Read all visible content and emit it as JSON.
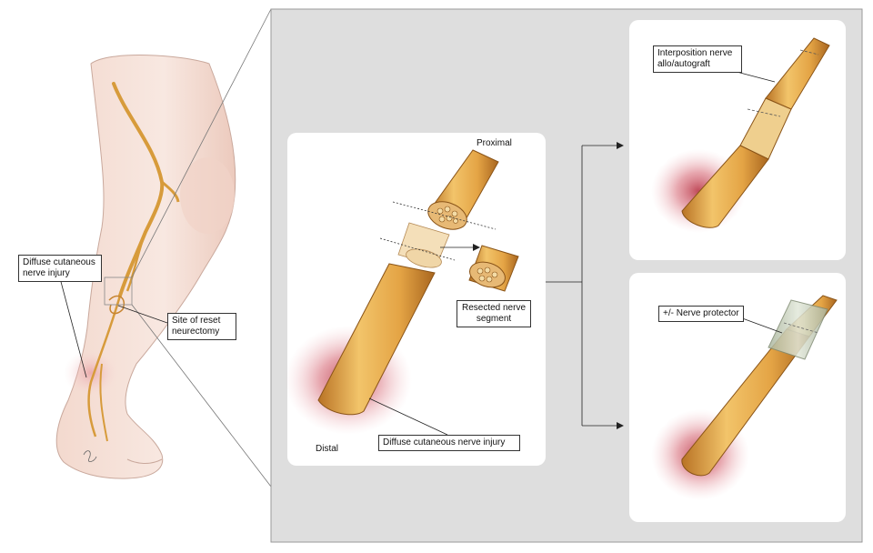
{
  "labels": {
    "diffuse_injury_leg": "Diffuse cutaneous\nnerve injury",
    "site_of_neurectomy": "Site of reset\nneurectomy",
    "proximal": "Proximal",
    "distal": "Distal",
    "resected_segment": "Resected nerve\nsegment",
    "diffuse_injury_main": "Diffuse cutaneous nerve injury",
    "interposition": "Interposition nerve\nallo/autograft",
    "nerve_protector": "+/- Nerve protector"
  },
  "colors": {
    "panel_gray": "#dedede",
    "card_white": "#ffffff",
    "nerve_gold": "#e0a846",
    "nerve_dark": "#b9782a",
    "injury_red": "#c23a4a",
    "skin": "#f6e1d8",
    "protector": "#c9d2bf"
  }
}
